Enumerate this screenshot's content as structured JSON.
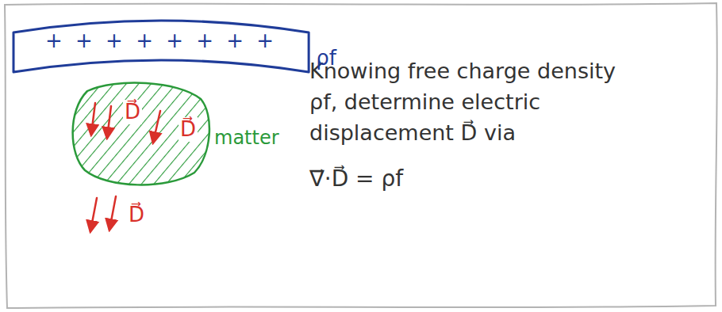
{
  "diagram": {
    "nodes": [
      {
        "text": [
          "Knowing free charge density ρf, determine electric displacement D⃗ via",
          "∇⃗·D⃗ = ρf"
        ]
      },
      {
        "text": [
          "+ + + + + + + +",
          "ρf"
        ],
        "in": 0
      },
      {
        "text": [
          "D⃗",
          "D⃗",
          "matter"
        ],
        "in": 0
      }
    ],
    "labels": [
      "D⃗"
    ]
  }
}
